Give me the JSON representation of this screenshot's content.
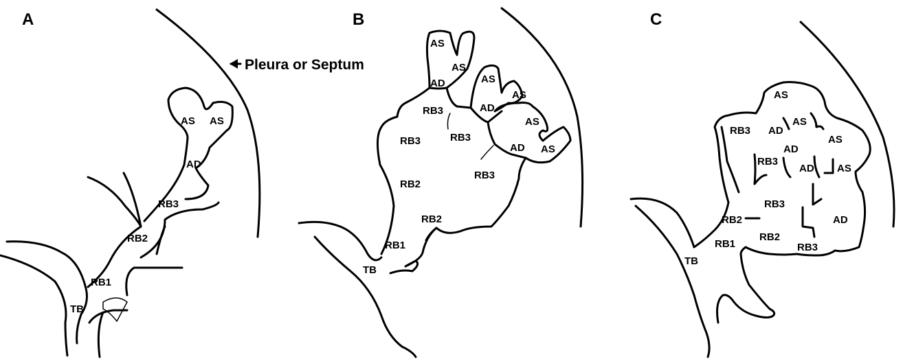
{
  "panels": [
    {
      "letter": "A"
    },
    {
      "letter": "B"
    },
    {
      "letter": "C"
    }
  ],
  "pleura_label": "Pleura or Septum",
  "labels": {
    "a": [
      "AS",
      "AS",
      "AD",
      "RB3",
      "RB2",
      "RB1",
      "TB"
    ],
    "b": [
      "AS",
      "AS",
      "AD",
      "AS",
      "AS",
      "AD",
      "RB3",
      "AS",
      "RB3",
      "RB3",
      "AD",
      "AS",
      "RB3",
      "RB2",
      "RB2",
      "RB1",
      "TB"
    ],
    "c": [
      "AS",
      "AS",
      "AD",
      "AS",
      "RB3",
      "AD",
      "RB3",
      "AD",
      "AS",
      "RB3",
      "RB2",
      "AD",
      "RB1",
      "RB2",
      "RB3",
      "TB"
    ]
  }
}
